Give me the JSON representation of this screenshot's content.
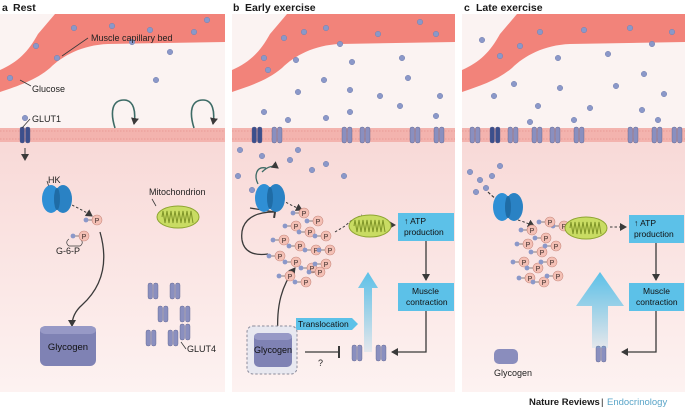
{
  "panels": {
    "a": {
      "letter": "a",
      "title": "Rest"
    },
    "b": {
      "letter": "b",
      "title": "Early exercise"
    },
    "c": {
      "letter": "c",
      "title": "Late exercise"
    }
  },
  "labels": {
    "capillary": "Muscle capillary bed",
    "glucose": "Glucose",
    "glut1": "GLUT1",
    "hk": "HK",
    "phosphate": "P",
    "g6p": "G-6-P",
    "mitochondrion": "Mitochondrion",
    "glycogen": "Glycogen",
    "glut4": "GLUT4",
    "atp_line1": "↑ ATP",
    "atp_line2": "production",
    "muscle_line1": "Muscle",
    "muscle_line2": "contraction",
    "translocation": "Translocation",
    "question": "?"
  },
  "footer": {
    "journal": "Nature Reviews",
    "separator": "|",
    "section": "Endocrinology"
  },
  "colors": {
    "capillary": "#f2837a",
    "membrane": "#f3b3ae",
    "cytoplasm": "#fbe9e8",
    "glucose": "#8b98c9",
    "transporter": "#8a8fbf",
    "glut1": "#3c4f8c",
    "hexokinase": "#2f8fd5",
    "phosphate": "#f4c0b5",
    "mitochondrion": "#c9dc63",
    "glycogen": "#7f82b4",
    "box": "#5cc1e8",
    "arrow": "#3a3a3a",
    "journal": "#1a1a1a",
    "section": "#5aa5c8"
  }
}
